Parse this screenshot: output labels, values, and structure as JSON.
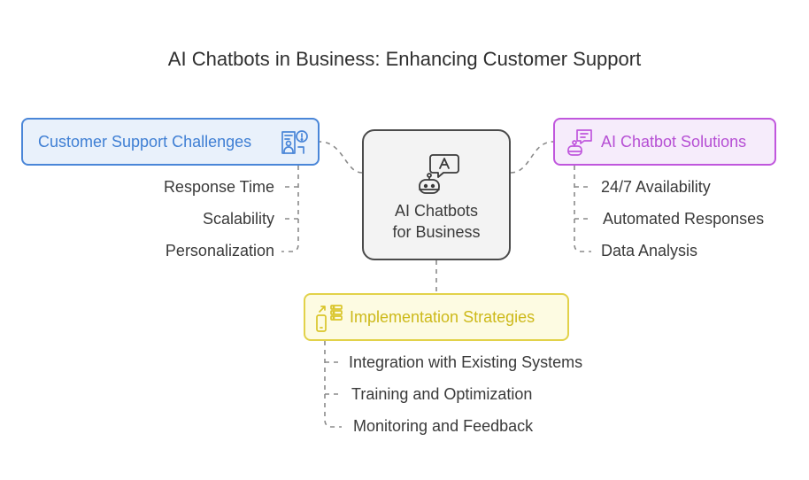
{
  "title": "AI Chatbots in Business: Enhancing Customer Support",
  "center": {
    "line1": "AI Chatbots",
    "line2": "for Business",
    "icon": "robot-chat-icon"
  },
  "branches": {
    "challenges": {
      "label": "Customer Support Challenges",
      "icon": "support-alert-icon",
      "color": "#4a86d8",
      "items": [
        "Response Time",
        "Scalability",
        "Personalization"
      ]
    },
    "solutions": {
      "label": "AI Chatbot Solutions",
      "icon": "chatbot-user-icon",
      "color": "#c057dd",
      "items": [
        "24/7 Availability",
        "Automated Responses",
        "Data Analysis"
      ]
    },
    "strategies": {
      "label": "Implementation Strategies",
      "icon": "device-integration-icon",
      "color": "#e2d24a",
      "items": [
        "Integration with Existing Systems",
        "Training and Optimization",
        "Monitoring and Feedback"
      ]
    }
  }
}
